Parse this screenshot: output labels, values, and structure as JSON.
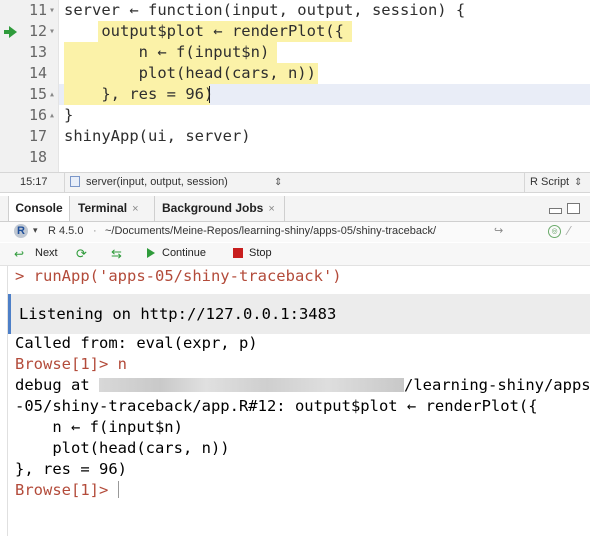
{
  "editor": {
    "lines": [
      {
        "num": "11",
        "fold": "▾",
        "code": "server ← function(input, output, session) {"
      },
      {
        "num": "12",
        "fold": "▾",
        "code": "    output$plot ← renderPlot({"
      },
      {
        "num": "13",
        "fold": "",
        "code": "        n ← f(input$n)"
      },
      {
        "num": "14",
        "fold": "",
        "code": "        plot(head(cars, n))"
      },
      {
        "num": "15",
        "fold": "▴",
        "code": "    }, res = 96)"
      },
      {
        "num": "16",
        "fold": "▴",
        "code": "}"
      },
      {
        "num": "17",
        "fold": "",
        "code": "shinyApp(ui, server)"
      },
      {
        "num": "18",
        "fold": "",
        "code": ""
      }
    ],
    "highlight_color": "#fbf2a8",
    "breakpoint_color": "#2f9b3b"
  },
  "statusbar": {
    "position": "15:17",
    "function_scope": "server(input, output, session)",
    "file_type": "R Script"
  },
  "console_tabs": [
    {
      "label": "Console",
      "active": true
    },
    {
      "label": "Terminal",
      "active": false
    },
    {
      "label": "Background Jobs",
      "active": false
    }
  ],
  "pathbar": {
    "r_version": "R 4.5.0",
    "path": "~/Documents/Meine-Repos/learning-shiny/apps-05/shiny-traceback/"
  },
  "debug_toolbar": {
    "next": "Next",
    "continue": "Continue",
    "stop": "Stop"
  },
  "console": {
    "cmd_prompt": ">",
    "cmd": " runApp('apps-05/shiny-traceback')",
    "listening": "Listening on http://127.0.0.1:3483",
    "called_from": "Called from: eval(expr, p)",
    "browse_prompt_1": "Browse[1]>",
    "browse_input": " n",
    "debug_at": "debug at ",
    "debug_path_end": "/learning-shiny/apps",
    "debug_line2": "-05/shiny-traceback/app.R#12: output$plot ← renderPlot({",
    "debug_line3": "    n ← f(input$n)",
    "debug_line4": "    plot(head(cars, n))",
    "debug_line5": "}, res = 96)",
    "browse_prompt_2": "Browse[1]>"
  }
}
